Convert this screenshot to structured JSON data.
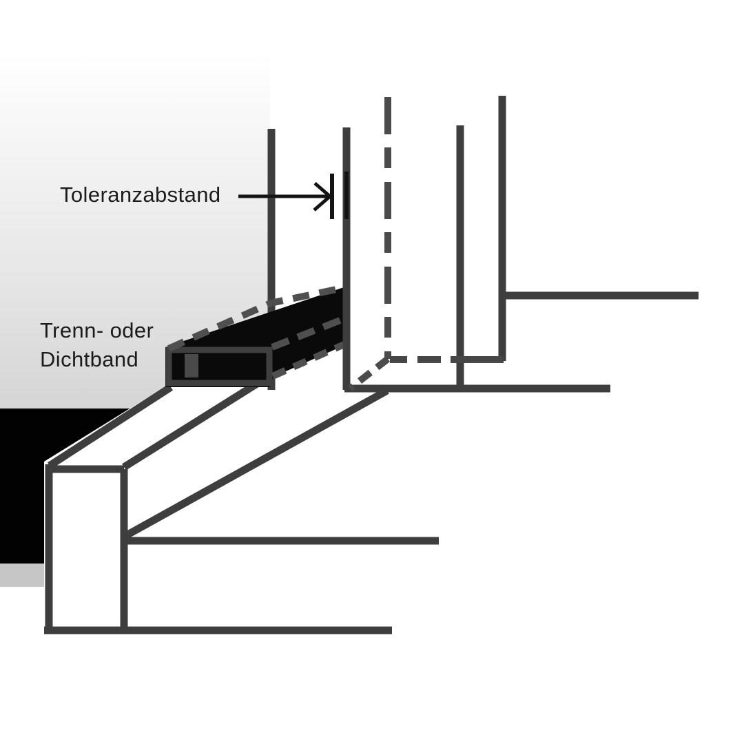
{
  "figure": {
    "kind": "construction-detail-diagram",
    "labels": {
      "tolerance_gap": "Toleranzabstand",
      "band_line1": "Trenn- oder",
      "band_line2": "Dichtband"
    },
    "colors": {
      "background": "#ffffff",
      "edge_line": "#3e3e3e",
      "hidden_edge_line": "#4b4b4b",
      "band_fill": "#0a0a0a",
      "annotation": "#141414",
      "wall_gradient_bottom": "#d4d4d4",
      "base_fill": "#020202",
      "floor_strip": "#c6c6c6",
      "label_text": "#1c1c1c"
    }
  }
}
